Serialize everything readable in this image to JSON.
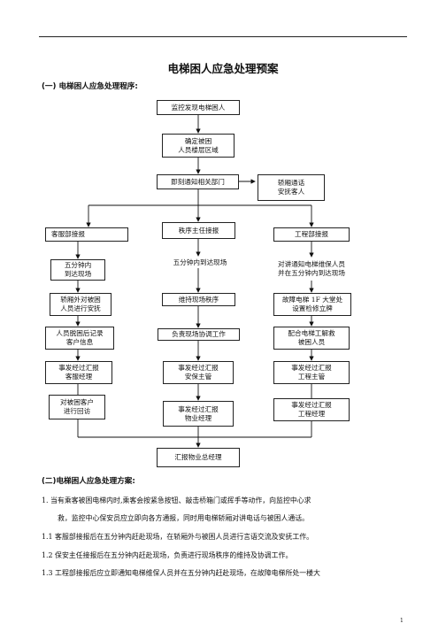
{
  "title": "电梯困人应急处理预案",
  "section1": "(一) 电梯困人应急处理程序:",
  "flow": {
    "b1": "监控发现电梯困人",
    "b2a": "确定被困",
    "b2b": "人员楼层区域",
    "b3": "即刻通知相关部门",
    "b3r_a": "轿厢通话",
    "b3r_b": "安抚客人",
    "left": {
      "h": "客服部接报",
      "r1a": "五分钟内",
      "r1b": "到达现场",
      "r2a": "轿厢外对被困",
      "r2b": "人员进行安抚",
      "r3a": "人员脱困后记录",
      "r3b": "客户信息",
      "r4a": "事发经过汇报",
      "r4b": "客服经理",
      "r5a": "对被困客户",
      "r5b": "进行回访"
    },
    "mid": {
      "h": "秩序主任接报",
      "r1": "五分钟内到达现场",
      "r2": "维持现场秩序",
      "r3": "负责现场协调工作",
      "r4a": "事发经过汇报",
      "r4b": "安保主管",
      "r5a": "事发经过汇报",
      "r5b": "物业经理"
    },
    "right": {
      "h": "工程部接报",
      "r1a": "对讲通知电梯维保人员",
      "r1b": "并在五分钟内到达现场",
      "r2a": "故障电梯 1F 大堂处",
      "r2b": "设置检修立牌",
      "r3a": "配合电梯工解救",
      "r3b": "被困人员",
      "r4a": "事发经过汇报",
      "r4b": "工程主管",
      "r5a": "事发经过汇报",
      "r5b": "工程经理"
    },
    "final": "汇报物业总经理"
  },
  "section2": "(二)电梯困人应急处理方案:",
  "paras": [
    "1.  当有乘客被困电梯内时,乘客会按紧急按钮、敲击桥箱门或挥手等动作，向监控中心求",
    "救，监控中心保安员应立即向各方通报，同时用电梯轿厢对讲电话与被困人通话。",
    "1.1 客服部接报后在五分钟内赶赴现场，在轿厢外与被困人员进行言语交流及安抚工作。",
    "1.2 保安主任接报后在五分钟内赶赴现场，负责进行现场秩序的维持及协调工作。",
    "1.3 工程部接报后应立即通知电梯维保人员并在五分钟内赶赴现场，在故障电梯所处一楼大"
  ],
  "page_number": "1"
}
